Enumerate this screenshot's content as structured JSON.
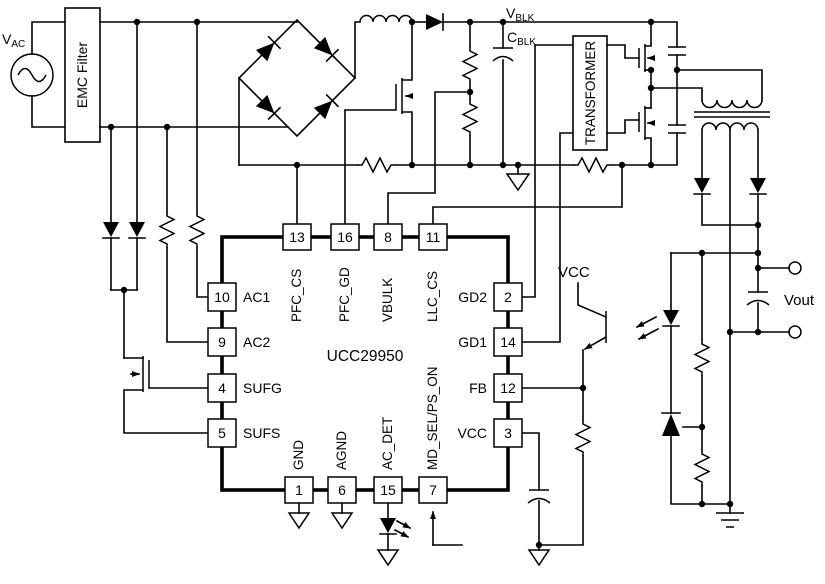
{
  "labels": {
    "vac_main": "V",
    "vac_sub": "AC",
    "emc_filter": "EMC Filter",
    "vblk_main": "V",
    "vblk_sub": "BLK",
    "cblk_main": "C",
    "cblk_sub": "BLK",
    "transformer": "TRANSFORMER",
    "vcc": "VCC",
    "vout": "Vout"
  },
  "ic": {
    "name": "UCC29950",
    "pins": {
      "top": [
        {
          "number": "13",
          "name": "PFC_CS"
        },
        {
          "number": "16",
          "name": "PFC_GD"
        },
        {
          "number": "8",
          "name": "VBULK"
        },
        {
          "number": "11",
          "name": "LLC_CS"
        }
      ],
      "left": [
        {
          "number": "10",
          "name": "AC1"
        },
        {
          "number": "9",
          "name": "AC2"
        },
        {
          "number": "4",
          "name": "SUFG"
        },
        {
          "number": "5",
          "name": "SUFS"
        }
      ],
      "right": [
        {
          "number": "2",
          "name": "GD2"
        },
        {
          "number": "14",
          "name": "GD1"
        },
        {
          "number": "12",
          "name": "FB"
        },
        {
          "number": "3",
          "name": "VCC"
        }
      ],
      "bottom": [
        {
          "number": "1",
          "name": "GND"
        },
        {
          "number": "6",
          "name": "AGND"
        },
        {
          "number": "15",
          "name": "AC_DET"
        },
        {
          "number": "7",
          "name": "MD_SEL/PS_ON"
        }
      ]
    }
  }
}
